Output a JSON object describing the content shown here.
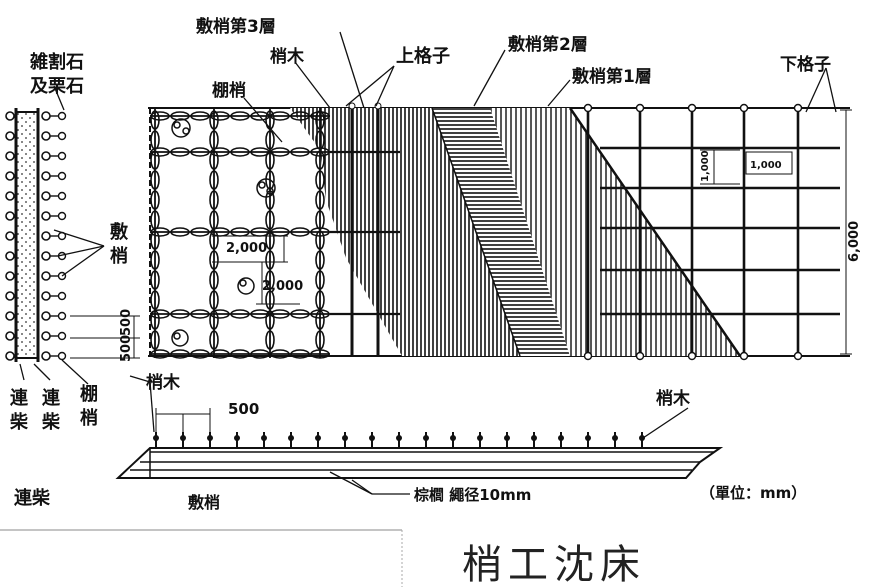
{
  "labels": {
    "zatsuwari_ishi_1": "雑割石",
    "zatsuwari_ishi_2": "及栗石",
    "shikisho_3": "敷梢第3層",
    "kuimoku_top": "梢木",
    "uwa_koshi": "上格子",
    "shikisho_2": "敷梢第2層",
    "shikisho_1": "敷梢第1層",
    "shita_koshi": "下格子",
    "sodasho": "棚梢",
    "shikisho_side_1": "敷",
    "shikisho_side_2": "梢",
    "dim_2000_a": "2,000",
    "dim_2000_b": "2,000",
    "dim_1000_a": "1,000",
    "dim_1000_b": "1,000",
    "dim_6000": "6,000",
    "dim_500_a": "500",
    "dim_500_b": "500",
    "rensai_1a": "連",
    "rensai_1b": "柴",
    "rensai_2a": "連",
    "rensai_2b": "柴",
    "sodasho_bot_a": "棚",
    "sodasho_bot_b": "梢",
    "kuimoku_sec_left": "梢木",
    "dim_500_sec": "500",
    "kuimoku_sec_right": "梢木",
    "rensai_sec": "連柴",
    "shikisho_sec": "敷梢",
    "rope": "棕櫚 繩径10mm",
    "unit": "（單位：mm）",
    "title": "梢工沈床"
  }
}
